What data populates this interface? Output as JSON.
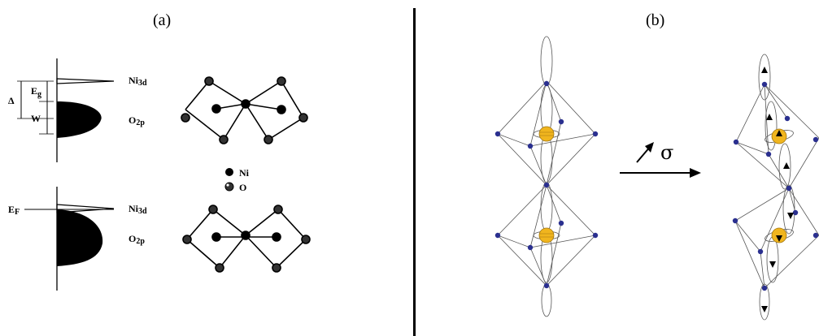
{
  "panels": {
    "a": {
      "label": "(a)",
      "top_diagram": {
        "delta_label": "Δ",
        "gap_label_main": "E",
        "gap_label_sub": "g",
        "width_label": "W",
        "ni_label_main": "Ni",
        "ni_label_sub": "3d",
        "o_label_main": "O",
        "o_label_sub": "2p"
      },
      "bottom_diagram": {
        "fermi_label_main": "E",
        "fermi_label_sub": "F",
        "ni_label_main": "Ni",
        "ni_label_sub": "3d",
        "o_label_main": "O",
        "o_label_sub": "2p"
      },
      "legend": {
        "ni": "Ni",
        "o": "O"
      }
    },
    "b": {
      "label": "(b)",
      "stress_symbol": "σ"
    }
  },
  "colors": {
    "line": "#000000",
    "oxygen_site": "#2a2f8f",
    "nickel_core": "#f0b51e",
    "orbital": "#555555"
  }
}
